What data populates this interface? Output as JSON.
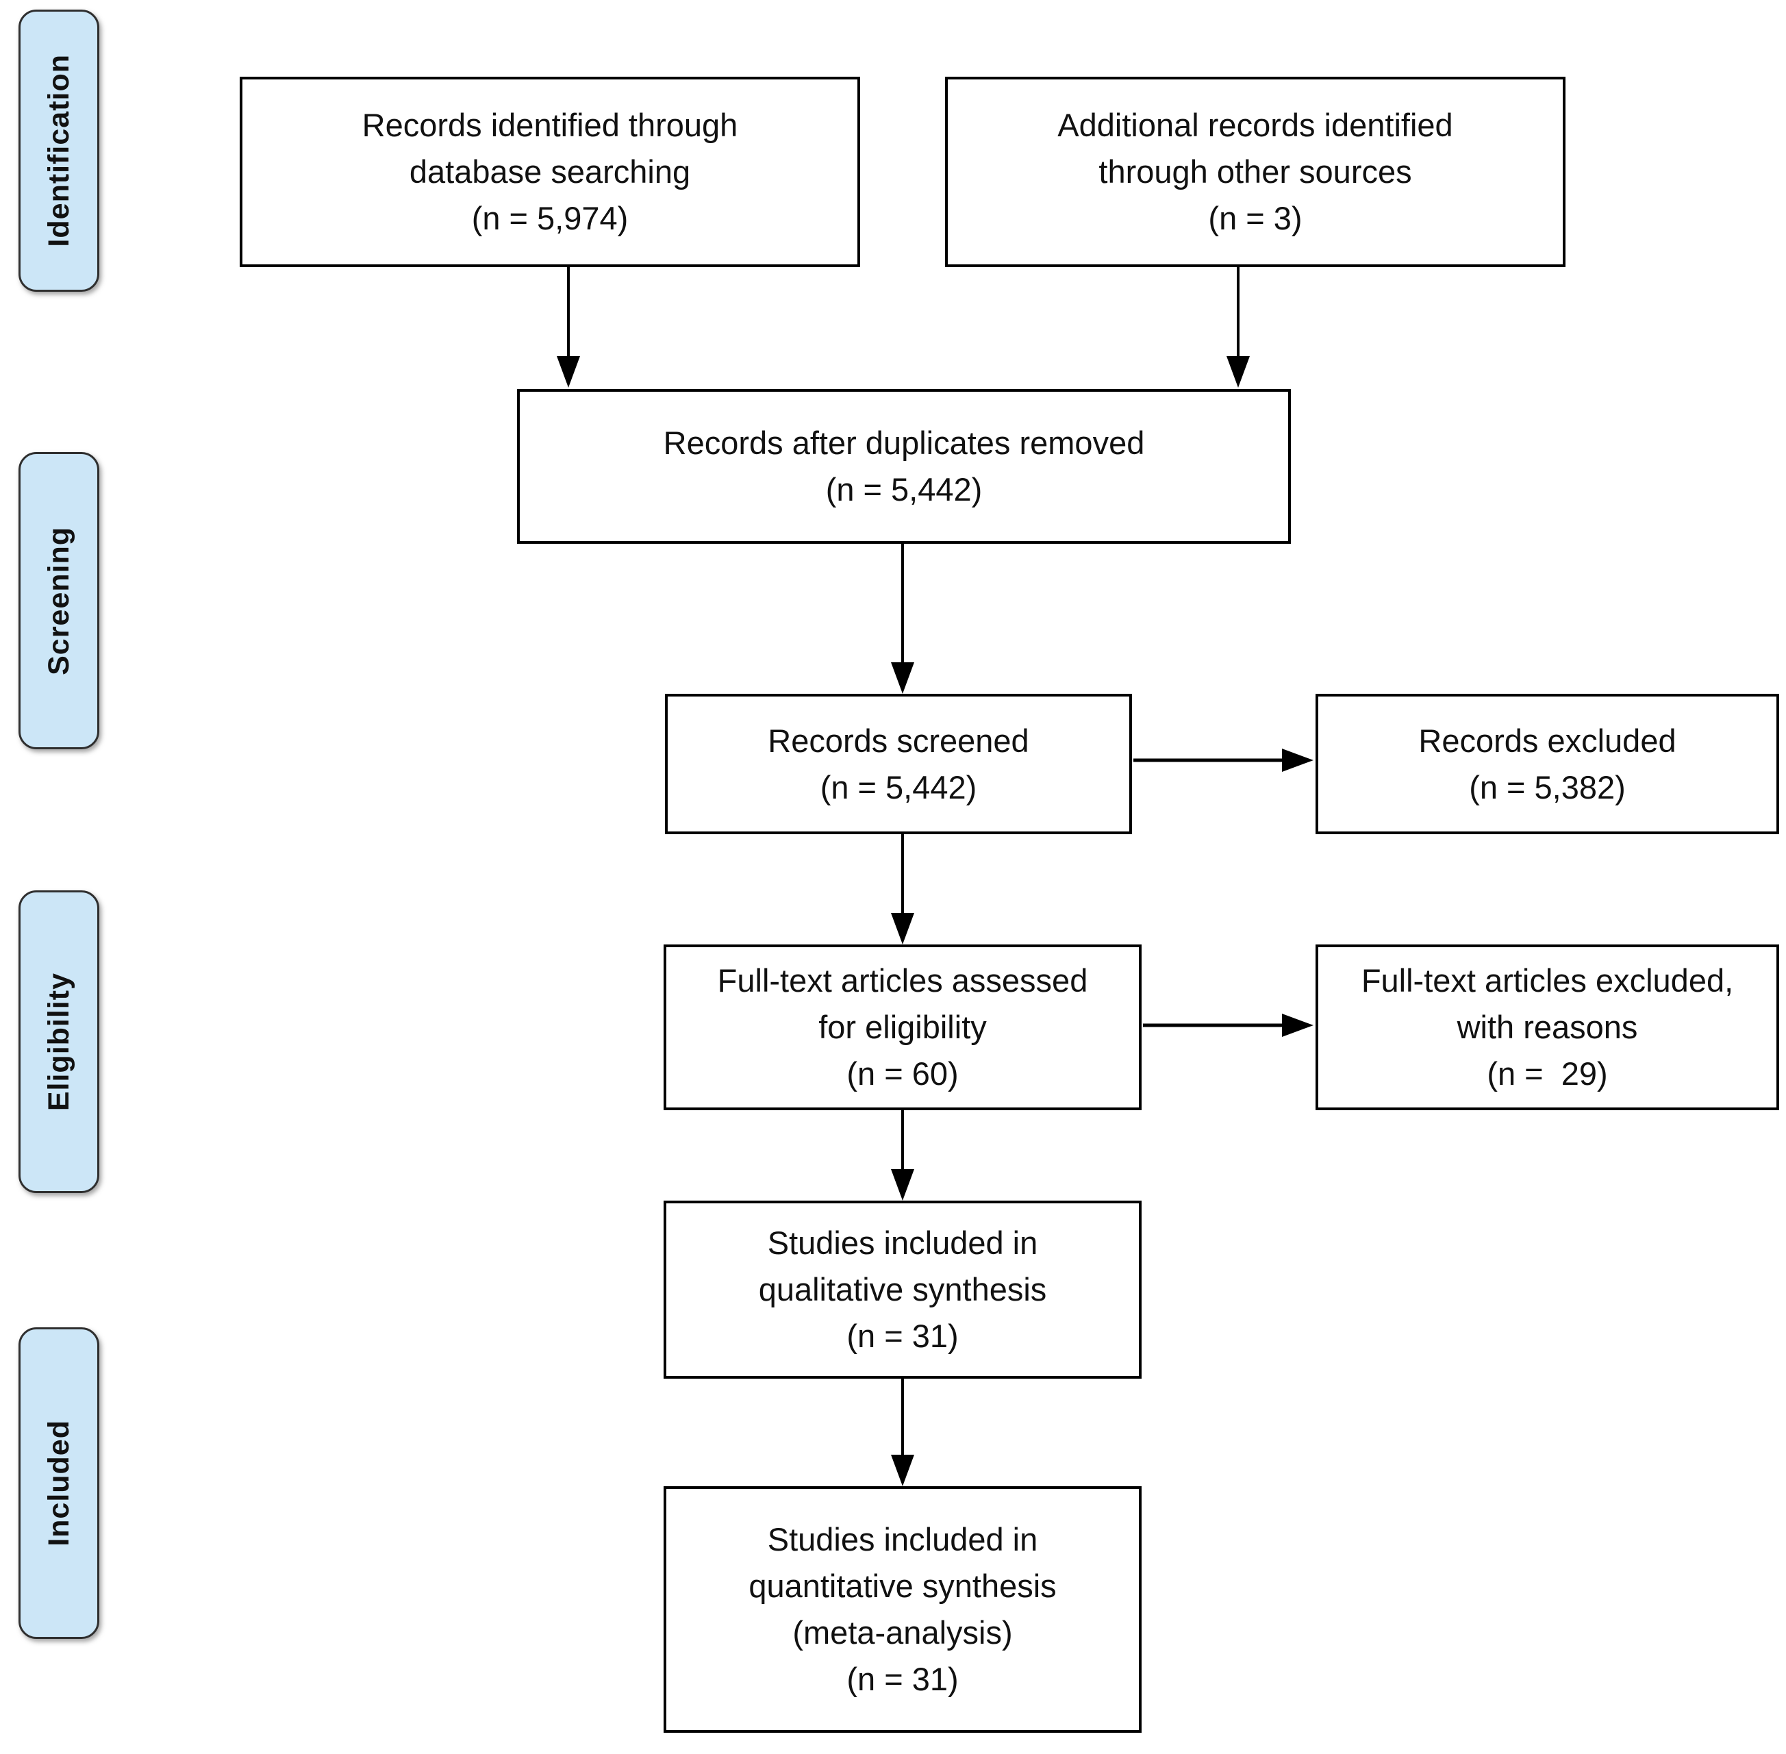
{
  "palette": {
    "background": "#ffffff",
    "stage_fill": "#cce6f7",
    "stage_border": "#2f2f2f",
    "node_fill": "#ffffff",
    "node_border": "#000000",
    "arrow_color": "#000000",
    "text_color": "#111111"
  },
  "stages": [
    {
      "id": "identification",
      "label": "Identification"
    },
    {
      "id": "screening",
      "label": "Screening"
    },
    {
      "id": "eligibility",
      "label": "Eligibility"
    },
    {
      "id": "included",
      "label": "Included"
    }
  ],
  "nodes": {
    "records_identified": {
      "lines": [
        "Records identified through",
        "database searching",
        "(n = 5,974)"
      ],
      "n": "5,974"
    },
    "additional_records": {
      "lines": [
        "Additional records identified",
        "through other sources",
        "(n = 3)"
      ],
      "n": "3"
    },
    "after_duplicates": {
      "lines": [
        "Records after duplicates removed",
        "(n = 5,442)"
      ],
      "n": "5,442"
    },
    "records_screened": {
      "lines": [
        "Records screened",
        "(n = 5,442)"
      ],
      "n": "5,442"
    },
    "records_excluded": {
      "lines": [
        "Records excluded",
        "(n = 5,382)"
      ],
      "n": "5,382"
    },
    "fulltext_assessed": {
      "lines": [
        "Full-text articles assessed",
        "for eligibility",
        "(n = 60)"
      ],
      "n": "60"
    },
    "fulltext_excluded": {
      "lines": [
        "Full-text articles excluded,",
        "with reasons",
        "(n =  29)"
      ],
      "n": "29"
    },
    "qualitative_synthesis": {
      "lines": [
        "Studies included in",
        "qualitative synthesis",
        "(n = 31)"
      ],
      "n": "31"
    },
    "quantitative_synthesis": {
      "lines": [
        "Studies included in",
        "quantitative synthesis",
        "(meta-analysis)",
        "(n = 31)"
      ],
      "n": "31"
    }
  },
  "edges": [
    {
      "from": "records_identified",
      "to": "after_duplicates"
    },
    {
      "from": "additional_records",
      "to": "after_duplicates"
    },
    {
      "from": "after_duplicates",
      "to": "records_screened"
    },
    {
      "from": "records_screened",
      "to": "records_excluded"
    },
    {
      "from": "records_screened",
      "to": "fulltext_assessed"
    },
    {
      "from": "fulltext_assessed",
      "to": "fulltext_excluded"
    },
    {
      "from": "fulltext_assessed",
      "to": "qualitative_synthesis"
    },
    {
      "from": "qualitative_synthesis",
      "to": "quantitative_synthesis"
    }
  ]
}
